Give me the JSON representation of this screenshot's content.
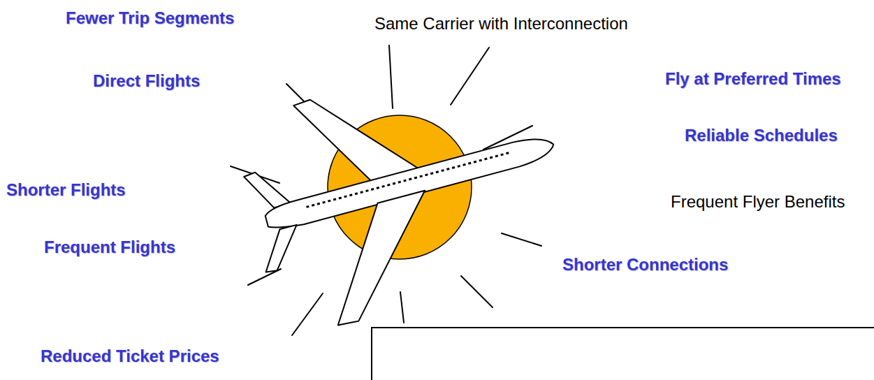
{
  "diagram": {
    "labels": [
      "Fewer Trip Segments",
      "Same Carrier with Interconnection",
      "Direct Flights",
      "Fly at Preferred Times",
      "Reliable Schedules",
      "Shorter Flights",
      "Frequent Flyer Benefits",
      "Frequent Flights",
      "Shorter Connections",
      "Reduced Ticket Prices"
    ]
  }
}
